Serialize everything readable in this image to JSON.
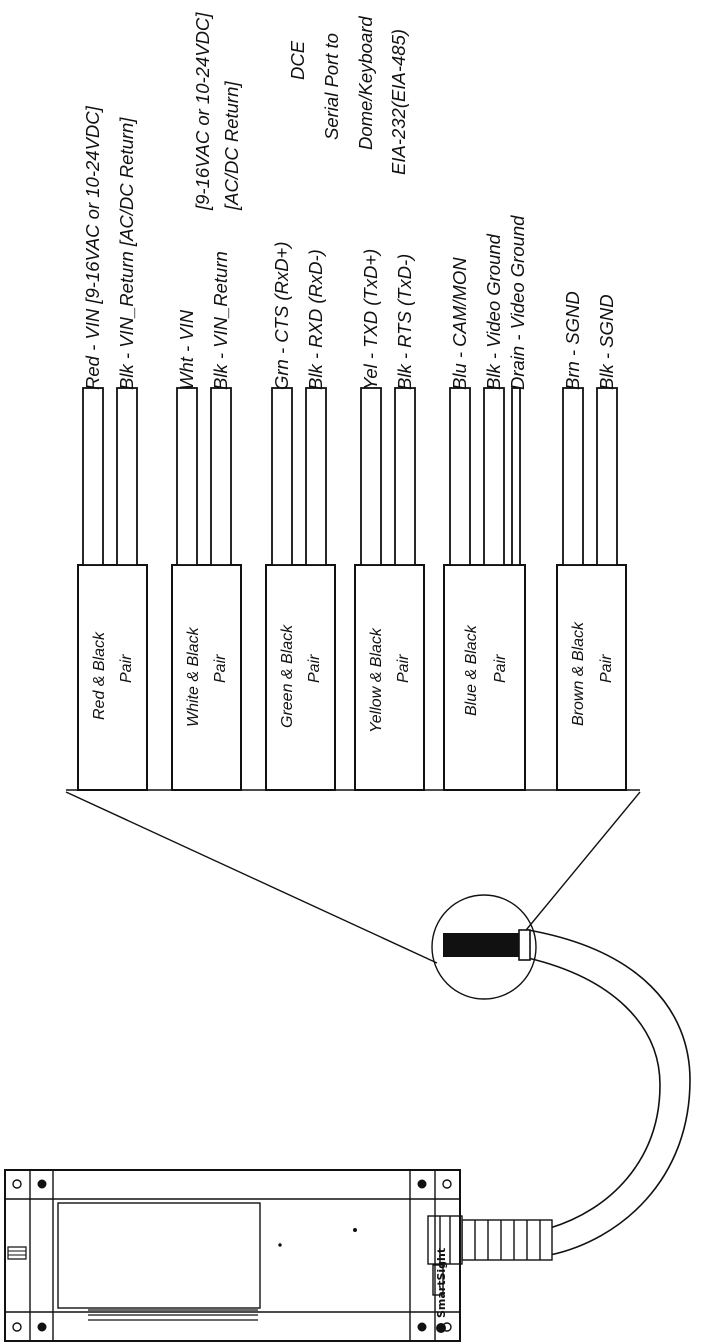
{
  "notes": {
    "power_in": [
      "[9-16VAC or 10-24VDC]",
      "[AC/DC Return]"
    ],
    "serial": [
      "DCE",
      "Serial Port to",
      "Dome/Keyboard",
      "EIA-232(EIA-485)"
    ]
  },
  "pairs": [
    {
      "label": [
        "Red & Black",
        "Pair"
      ],
      "wires": [
        "Red - VIN [9-16VAC or 10-24VDC]",
        "Blk - VIN_Return [AC/DC Return]"
      ]
    },
    {
      "label": [
        "White & Black",
        "Pair"
      ],
      "wires": [
        "Wht - VIN",
        "Blk - VIN_Return"
      ]
    },
    {
      "label": [
        "Green & Black",
        "Pair"
      ],
      "wires": [
        "Grn - CTS (RxD+)",
        "Blk - RXD (RxD-)"
      ]
    },
    {
      "label": [
        "Yellow & Black",
        "Pair"
      ],
      "wires": [
        "Yel - TXD (TxD+)",
        "Blk - RTS (TxD-)"
      ]
    },
    {
      "label": [
        "Blue & Black",
        "Pair"
      ],
      "wires": [
        "Blu - CAM/MON",
        "Blk - Video Ground",
        "Drain - Video Ground"
      ]
    },
    {
      "label": [
        "Brown & Black",
        "Pair"
      ],
      "wires": [
        "Brn - SGND",
        "Blk - SGND"
      ]
    }
  ],
  "device": {
    "logo_text": "SmartSight"
  }
}
